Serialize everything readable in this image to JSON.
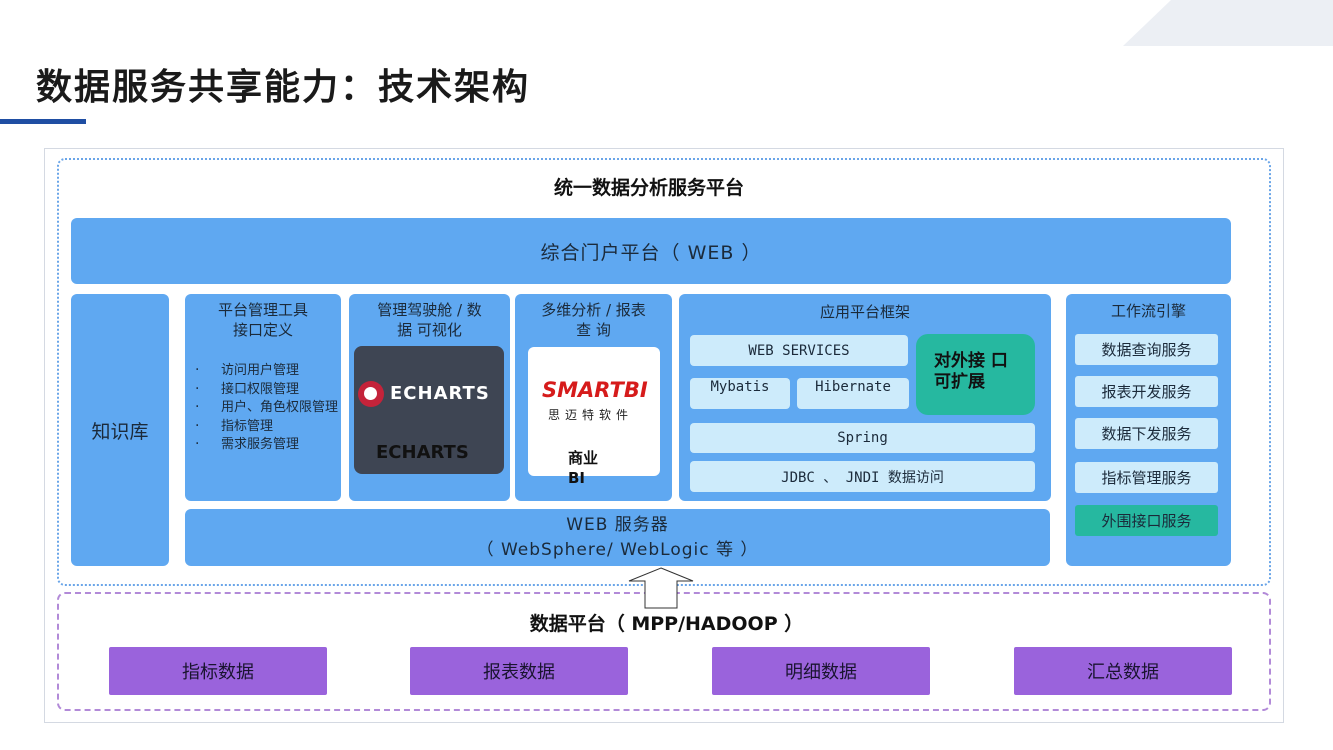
{
  "title": "数据服务共享能力：技术架构",
  "platform": {
    "title": "统一数据分析服务平台",
    "portal": "综合门户平台（ WEB ）",
    "knowledge_base": "知识库",
    "mgmt_tools": {
      "heading": "平台管理工具\n接口定义",
      "items": [
        "访问用户管理",
        "接口权限管理",
        "用户、角色权限管理",
        "指标管理",
        "需求服务管理"
      ]
    },
    "cockpit": {
      "heading": "管理驾驶舱 / 数\n据 可视化",
      "logo_text": "ECHARTS",
      "label": "ECHARTS"
    },
    "analysis": {
      "heading": "多维分析 / 报表\n查 询",
      "logo_text": "SMARTBI",
      "logo_subtitle": "思迈特软件",
      "label": "商业 BI"
    },
    "framework": {
      "heading": "应用平台框架",
      "web_services": "WEB SERVICES",
      "mybatis": "Mybatis",
      "hibernate": "Hibernate",
      "external": "对外接 口 可扩展",
      "spring": "Spring",
      "jdbc": "JDBC 、 JNDI 数据访问"
    },
    "workflow": {
      "heading": "工作流引擎",
      "items": [
        "数据查询服务",
        "报表开发服务",
        "数据下发服务",
        "指标管理服务",
        "外围接口服务"
      ]
    },
    "web_server": {
      "line1": "WEB  服务器",
      "line2": "（ WebSphere/ WebLogic 等 ）"
    }
  },
  "data_platform": {
    "title": "数据平台（ MPP/HADOOP ）",
    "boxes": [
      "指标数据",
      "报表数据",
      "明细数据",
      "汇总数据"
    ]
  },
  "colors": {
    "accent_blue": "#5fa8f1",
    "light_blue": "#cdebfb",
    "teal": "#26b8a0",
    "purple": "#9a63dc",
    "title_bar": "#1f4ea3"
  }
}
